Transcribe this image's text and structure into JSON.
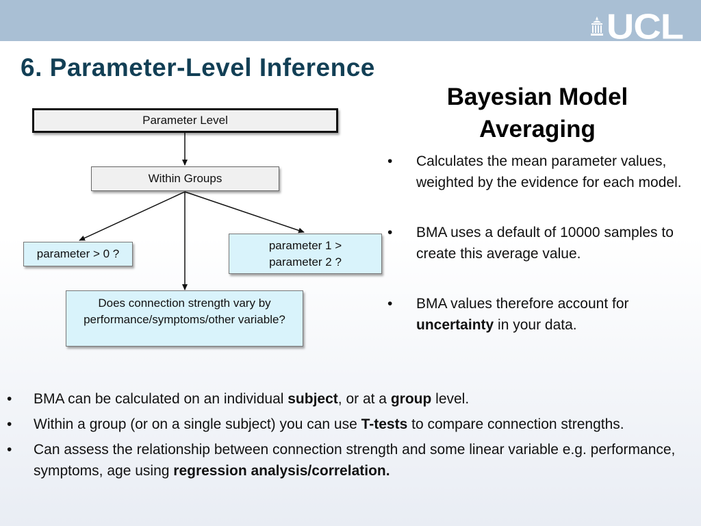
{
  "header": {
    "logo_text": "UCL",
    "title": "6. Parameter-Level Inference"
  },
  "diagram": {
    "parameter_level": "Parameter Level",
    "within_groups": "Within Groups",
    "param_gt_zero": "parameter > 0 ?",
    "param1_gt_param2": "parameter 1 > parameter 2 ?",
    "connection_strength": "Does connection strength vary by performance/symptoms/other variable?"
  },
  "right": {
    "heading": "Bayesian Model Averaging",
    "bullet_symbol": "•",
    "bullets": [
      {
        "text": "Calculates the mean parameter values, weighted by the evidence for each model."
      },
      {
        "text": "BMA uses a default of 10000 samples to create this average value."
      },
      {
        "pre": "BMA values therefore account for ",
        "bold": "uncertainty",
        "post": " in your data."
      }
    ]
  },
  "bottom": {
    "bullets": [
      {
        "pre": "BMA can be calculated on an individual ",
        "bold1": "subject",
        "mid": ", or at a ",
        "bold2": "group",
        "post": " level."
      },
      {
        "pre": "Within a group (or on a single subject) you can use ",
        "bold": "T-tests",
        "post": " to compare connection strengths."
      },
      {
        "pre": "Can assess the relationship between connection strength and some linear variable e.g. performance, symptoms, age using ",
        "bold": "regression analysis/correlation."
      }
    ]
  },
  "colors": {
    "topbar": "#a9bfd4",
    "title": "#123f55",
    "box_blue": "#d9f3fb",
    "box_grey": "#f0f0f0"
  }
}
